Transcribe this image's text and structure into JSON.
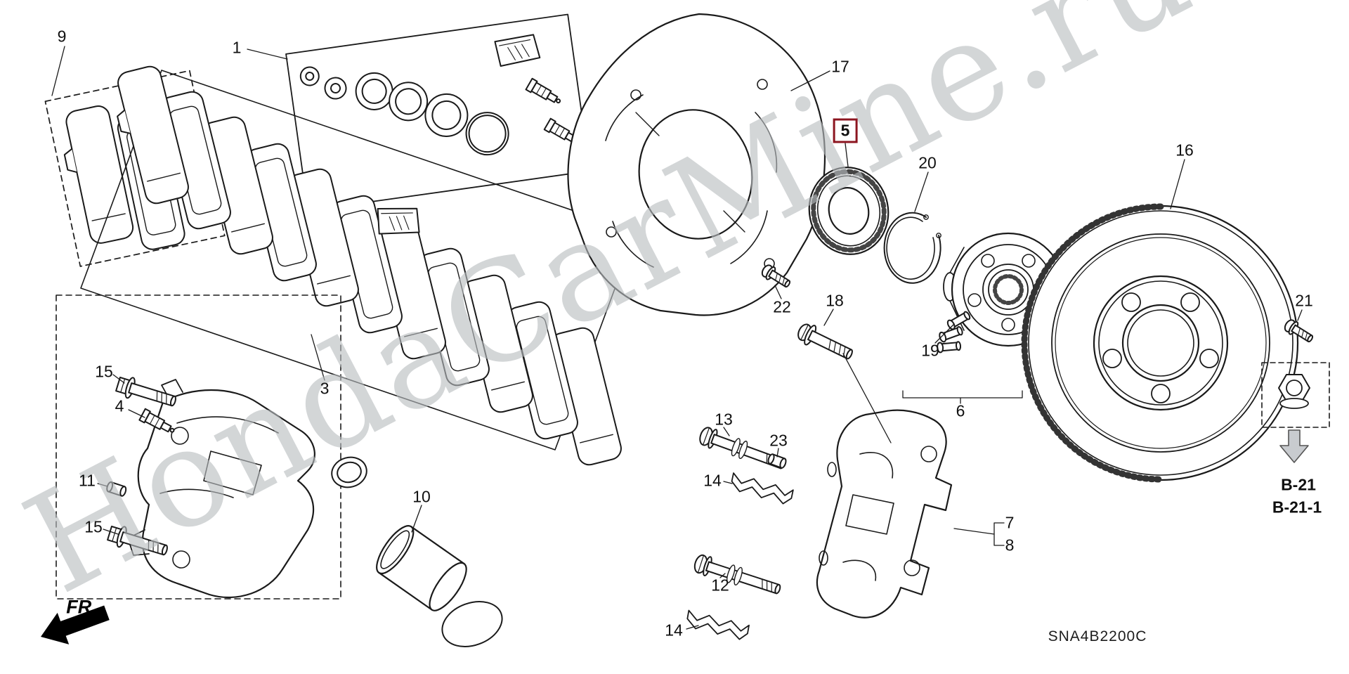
{
  "page": {
    "watermark": "HondaCarMine.ru",
    "part_code": "SNA4B2200C",
    "fr_label": "FR.",
    "highlight_color": "#8c1520",
    "references": {
      "primary": "B-21",
      "secondary": "B-21-1"
    },
    "callouts": {
      "c1": "1",
      "c3": "3",
      "c4": "4",
      "c5": "5",
      "c6": "6",
      "c7": "7",
      "c8": "8",
      "c9": "9",
      "c10": "10",
      "c11": "11",
      "c12": "12",
      "c13": "13",
      "c14": "14",
      "c15": "15",
      "c16": "16",
      "c17": "17",
      "c18": "18",
      "c19": "19",
      "c20": "20",
      "c21": "21",
      "c22": "22",
      "c23": "23"
    }
  }
}
